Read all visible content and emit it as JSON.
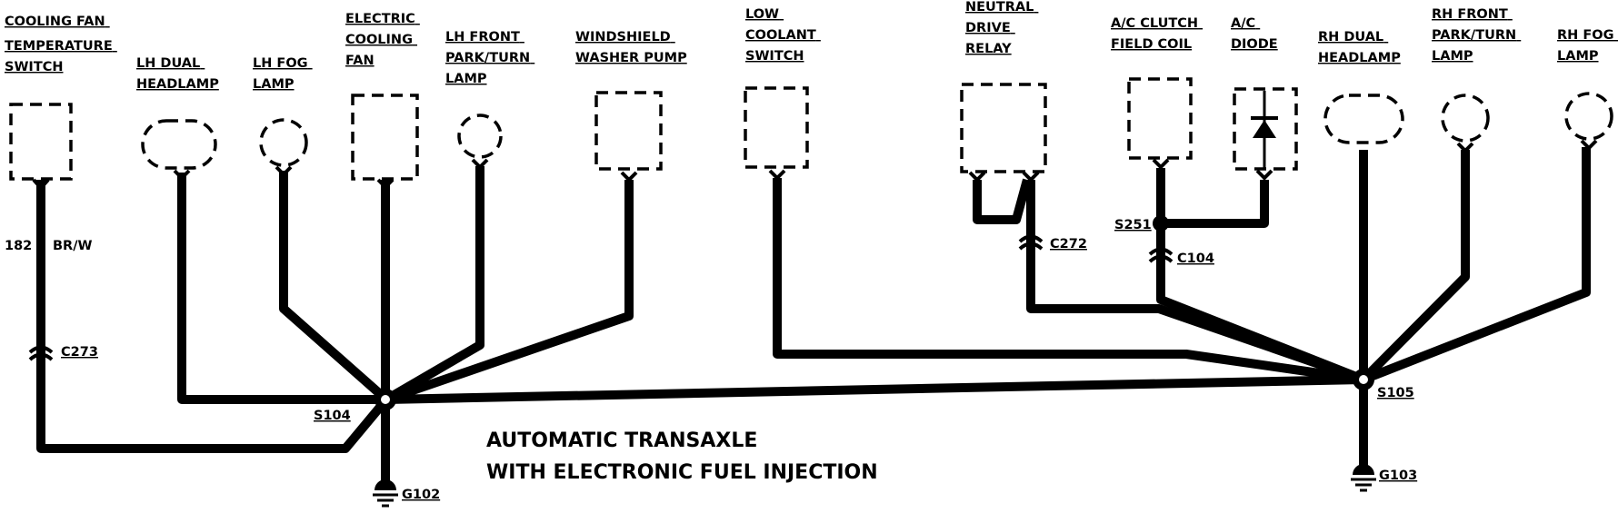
{
  "components": {
    "cooling_fan_temp_switch": [
      "COOLING FAN",
      "TEMPERATURE",
      "SWITCH"
    ],
    "lh_dual_headlamp": [
      "LH DUAL",
      "HEADLAMP"
    ],
    "lh_fog_lamp": [
      "LH FOG",
      "LAMP"
    ],
    "electric_cooling_fan": [
      "ELECTRIC",
      "COOLING",
      "FAN"
    ],
    "lh_front_park_turn_lamp": [
      "LH FRONT",
      "PARK/TURN",
      "LAMP"
    ],
    "windshield_washer_pump": [
      "WINDSHIELD",
      "WASHER PUMP"
    ],
    "low_coolant_switch": [
      "LOW",
      "COOLANT",
      "SWITCH"
    ],
    "neutral_drive_relay": [
      "NEUTRAL",
      "DRIVE",
      "RELAY"
    ],
    "ac_clutch_field_coil": [
      "A/C CLUTCH",
      "FIELD COIL"
    ],
    "ac_diode": [
      "A/C",
      "DIODE"
    ],
    "rh_dual_headlamp": [
      "RH DUAL",
      "HEADLAMP"
    ],
    "rh_front_park_turn_lamp": [
      "RH FRONT",
      "PARK/TURN",
      "LAMP"
    ],
    "rh_fog_lamp": [
      "RH FOG",
      "LAMP"
    ]
  },
  "wire_label": {
    "circuit": "182",
    "color": "BR/W"
  },
  "connectors": {
    "c273": "C273",
    "c272": "C272",
    "c104": "C104"
  },
  "splices": {
    "s104": "S104",
    "s105": "S105",
    "s251": "S251"
  },
  "grounds": {
    "g102": "G102",
    "g103": "G103"
  },
  "caption": [
    "AUTOMATIC TRANSAXLE",
    "WITH ELECTRONIC FUEL INJECTION"
  ]
}
